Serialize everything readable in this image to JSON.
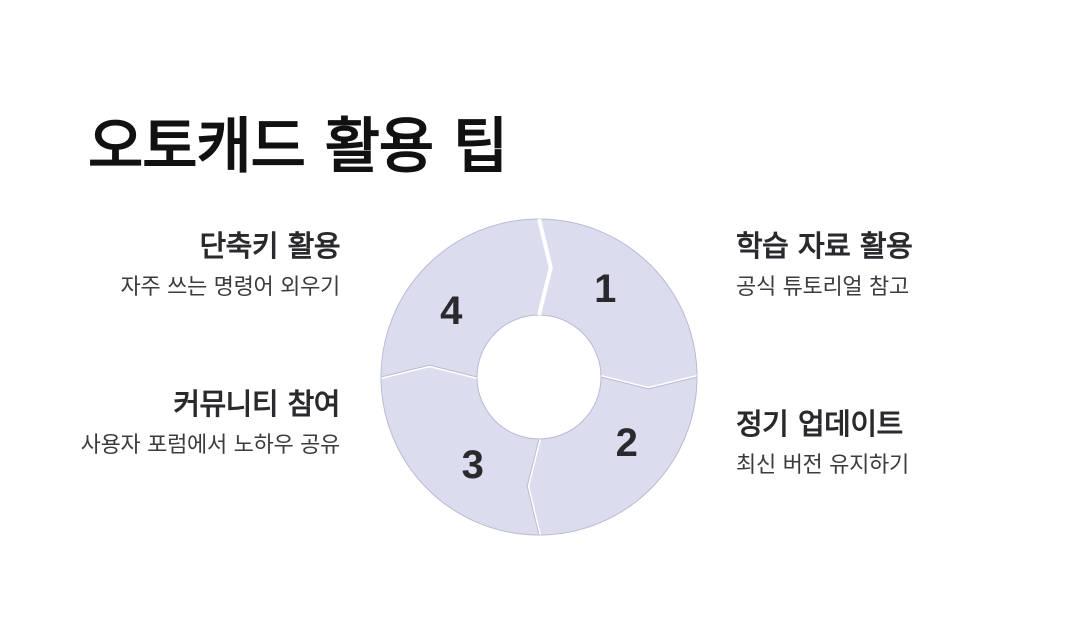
{
  "title": "오토캐드 활용 팁",
  "colors": {
    "segment_fill": "#dcdcef",
    "segment_stroke": "#b9b9d4",
    "text_dark": "#2a2a2e",
    "background": "#ffffff"
  },
  "steps": [
    {
      "number": "1",
      "heading": "단축키 활용",
      "description": "자주 쓰는 명령어 외우기"
    },
    {
      "number": "2",
      "heading": "학습 자료 활용",
      "description": "공식 튜토리얼 참고"
    },
    {
      "number": "3",
      "heading": "정기 업데이트",
      "description": "최신 버전 유지하기"
    },
    {
      "number": "4",
      "heading": "커뮤니티 참여",
      "description": "사용자 포럼에서 노하우 공유"
    }
  ]
}
